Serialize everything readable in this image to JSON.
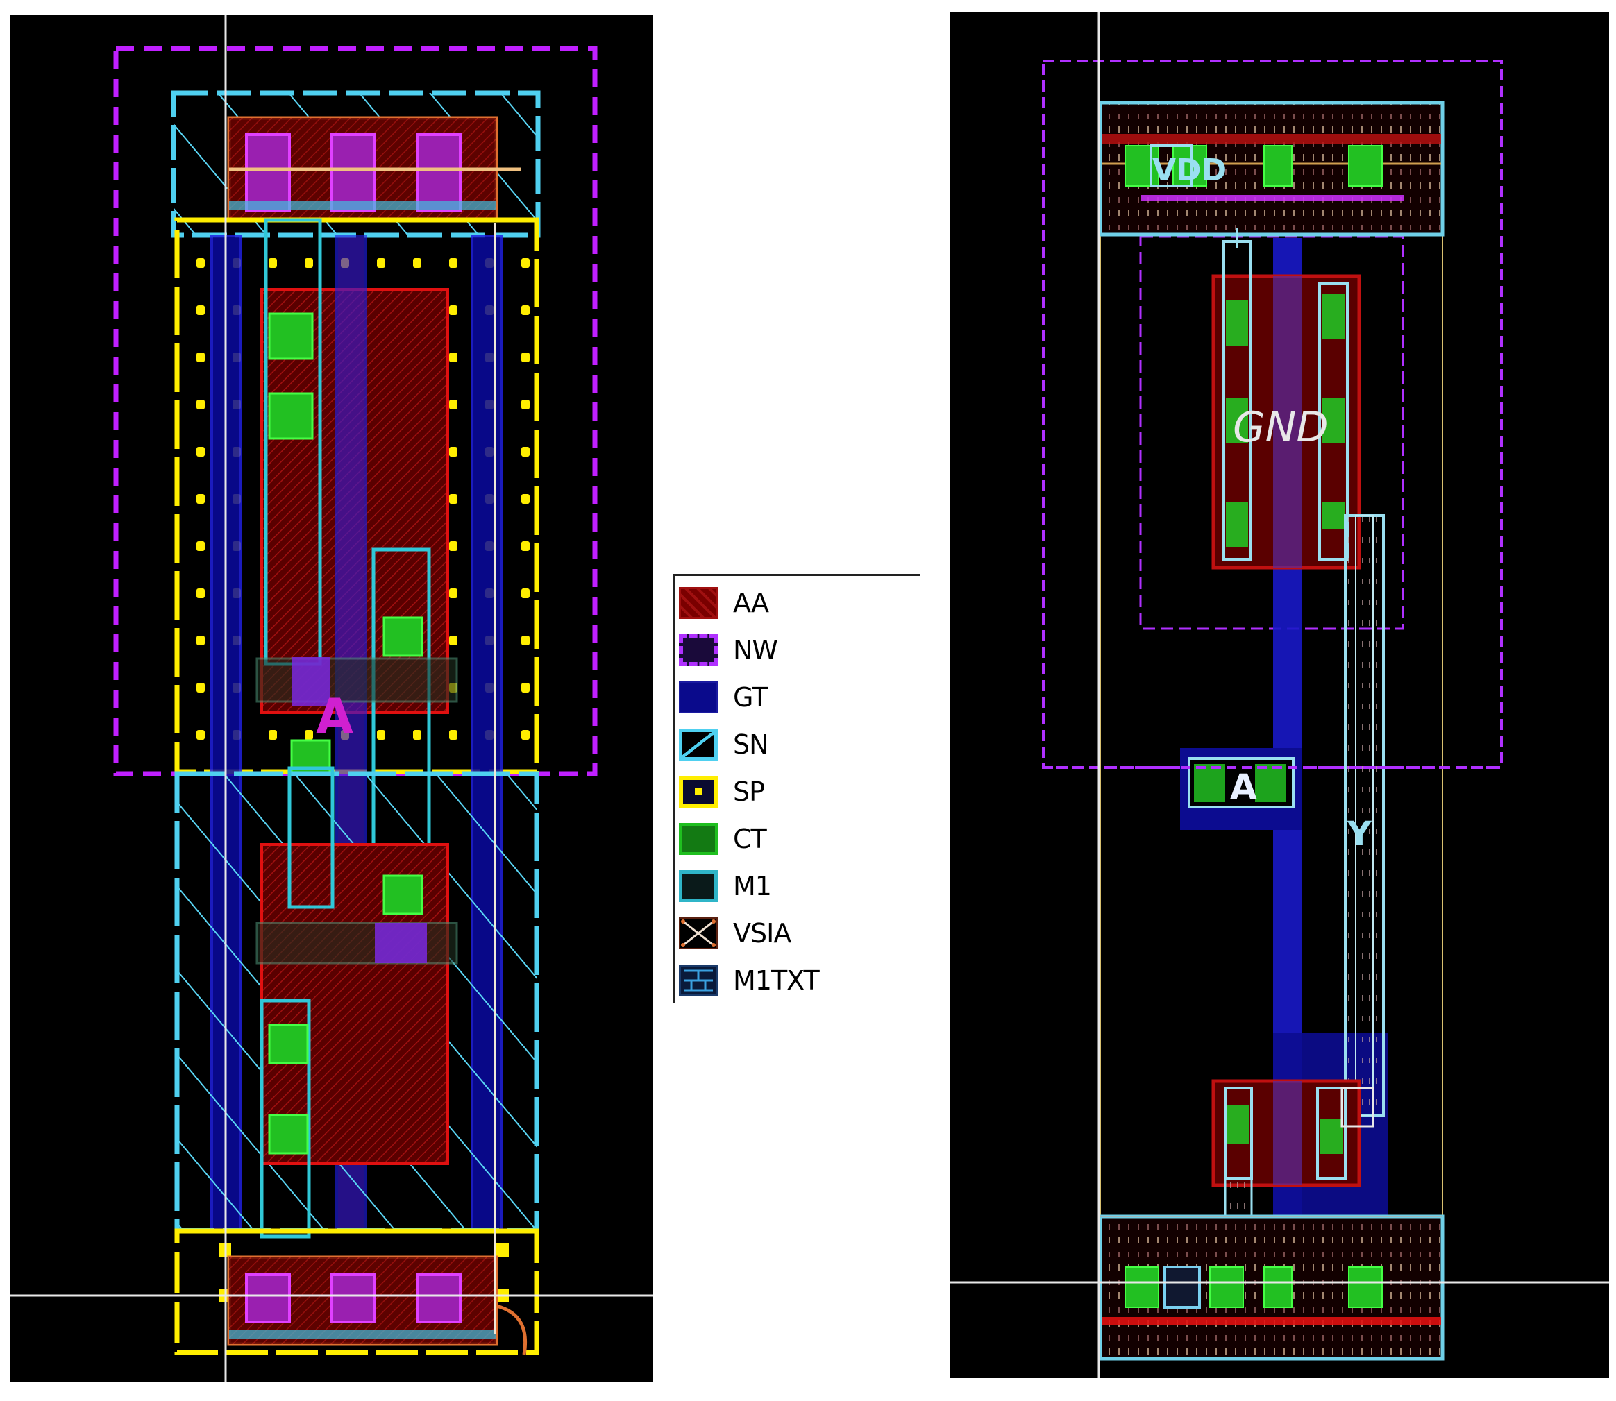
{
  "figure": {
    "left_panel": {
      "title": "",
      "description": "IC layout view (hatched SN/SP implants)"
    },
    "right_panel": {
      "description": "IC layout view (compact rendering)"
    }
  },
  "legend": {
    "items": [
      {
        "label": "AA",
        "color": "#8b0000",
        "icon": "hatched-red-swatch"
      },
      {
        "label": "NW",
        "color": "#b030ff",
        "icon": "dashed-purple-outline-swatch"
      },
      {
        "label": "GT",
        "color": "#0a0a8c",
        "icon": "solid-blue-swatch"
      },
      {
        "label": "SN",
        "color": "#4fd0f0",
        "icon": "cyan-diagonal-swatch"
      },
      {
        "label": "SP",
        "color": "#ffee00",
        "icon": "yellow-dot-swatch"
      },
      {
        "label": "CT",
        "color": "#1fbf1f",
        "icon": "green-swatch"
      },
      {
        "label": "M1",
        "color": "#2fb5c8",
        "icon": "teal-outline-swatch"
      },
      {
        "label": "VSIA",
        "color": "#e07030",
        "icon": "orange-x-swatch"
      },
      {
        "label": "M1TXT",
        "color": "#3aa0e0",
        "icon": "brick-swatch"
      }
    ]
  },
  "pins": {
    "left_input": "A",
    "right_input": "A",
    "right_output": "Y",
    "right_vdd": "VDD",
    "right_gnd": "GND"
  },
  "colors": {
    "background": "#000000",
    "nwell": "#c020ff",
    "sp": "#ffee00",
    "sn": "#4fd0f0",
    "aa": "#8b0000",
    "aa_border": "#e01010",
    "gt": "#1818c8",
    "ct": "#22c022",
    "m1": "#30c8d8",
    "vsia": "#e07030",
    "ruler": "#e8e8e8"
  }
}
